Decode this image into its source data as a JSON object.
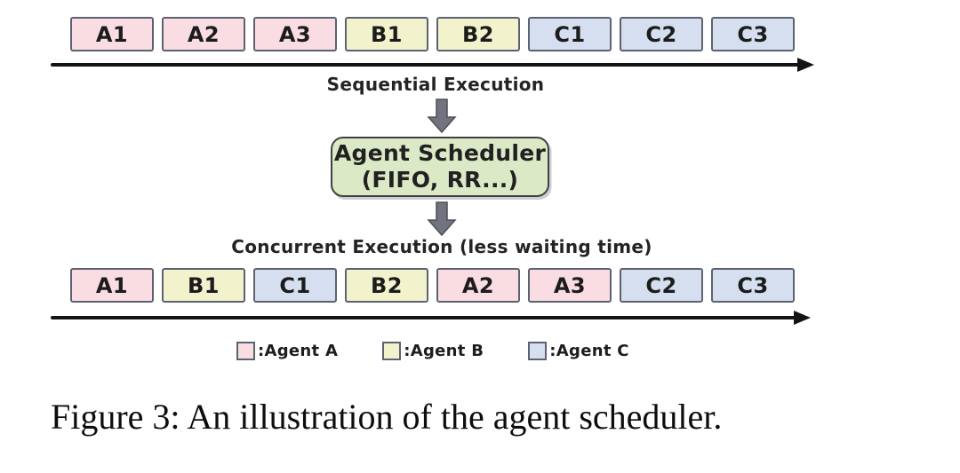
{
  "figure": {
    "sequential": {
      "label": "Sequential Execution",
      "tasks": [
        {
          "id": "A1",
          "agent": "A"
        },
        {
          "id": "A2",
          "agent": "A"
        },
        {
          "id": "A3",
          "agent": "A"
        },
        {
          "id": "B1",
          "agent": "B"
        },
        {
          "id": "B2",
          "agent": "B"
        },
        {
          "id": "C1",
          "agent": "C"
        },
        {
          "id": "C2",
          "agent": "C"
        },
        {
          "id": "C3",
          "agent": "C"
        }
      ]
    },
    "scheduler": {
      "line1": "Agent Scheduler",
      "line2": "(FIFO, RR...)"
    },
    "concurrent": {
      "label": "Concurrent Execution (less waiting time)",
      "tasks": [
        {
          "id": "A1",
          "agent": "A"
        },
        {
          "id": "B1",
          "agent": "B"
        },
        {
          "id": "C1",
          "agent": "C"
        },
        {
          "id": "B2",
          "agent": "B"
        },
        {
          "id": "A2",
          "agent": "A"
        },
        {
          "id": "A3",
          "agent": "A"
        },
        {
          "id": "C2",
          "agent": "C"
        },
        {
          "id": "C3",
          "agent": "C"
        }
      ]
    },
    "legend": [
      {
        "label": ":Agent A",
        "agent": "A"
      },
      {
        "label": ":Agent B",
        "agent": "B"
      },
      {
        "label": ":Agent C",
        "agent": "C"
      }
    ],
    "caption": "Figure 3: An illustration of the agent scheduler.",
    "colors": {
      "agentA": "#f9dde2",
      "agentB": "#f2f3cd",
      "agentC": "#d5dff0",
      "schedulerFill": "#dbe9c6",
      "boxBorder": "#5d6270",
      "arrowGray": "#71747e",
      "timeline": "#141414"
    }
  }
}
